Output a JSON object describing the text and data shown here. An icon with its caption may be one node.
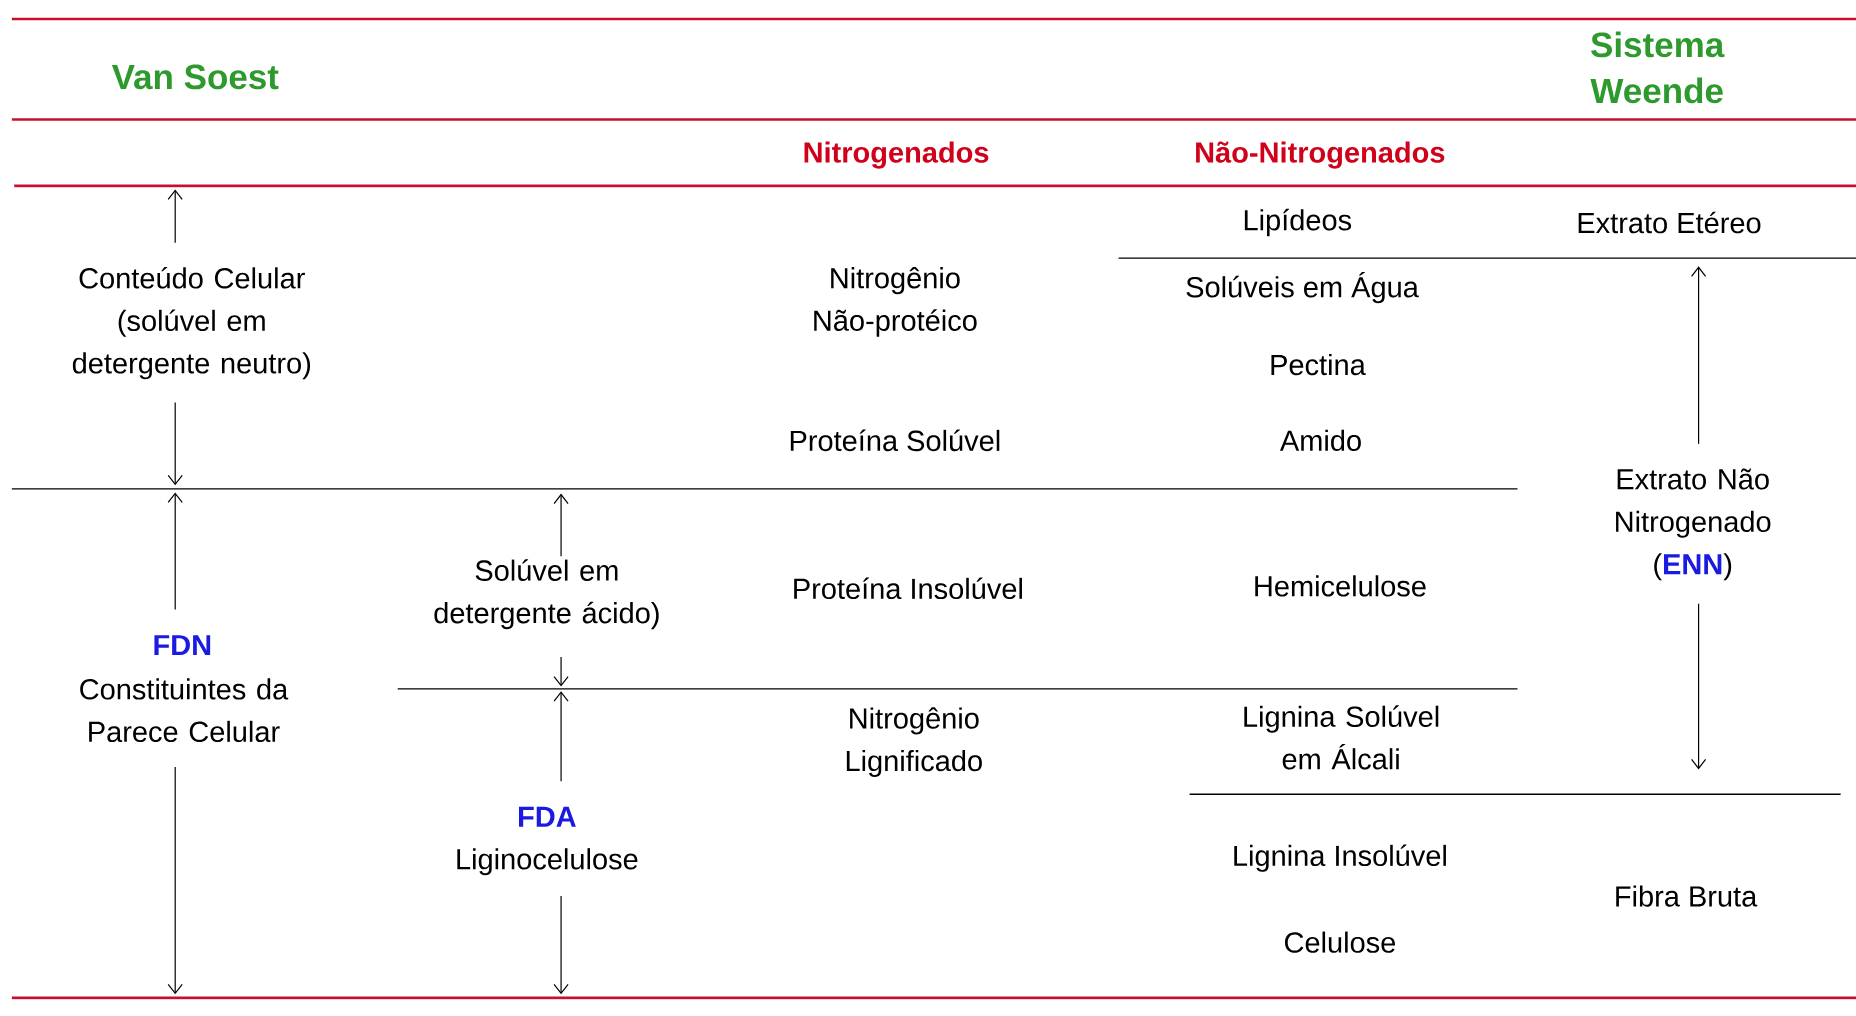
{
  "diagram": {
    "labels": [
      "Van Soest",
      "Sistema Weende",
      "Nitrogenados",
      "Não-Nitrogenados",
      "Lipídeos",
      "Extrato Etéreo",
      "Conteúdo Celular (solúvel em detergente neutro)",
      "Nitrogênio Não-protéico",
      "Solúveis em Água",
      "Pectina",
      "Proteína Solúvel",
      "Amido",
      "Extrato Não Nitrogenado (**ENN**)",
      "Solúvel em detergente ácido)",
      "Proteína Insolúvel",
      "Hemicelulose",
      "FDN",
      "Constituintes da Parece Celular",
      "Nitrogênio Lignificado",
      "Lignina Solúvel em Álcali",
      "FDA",
      "Liginocelulose",
      "Lignina Insolúvel",
      "Fibra Bruta",
      "Celulose"
    ]
  }
}
